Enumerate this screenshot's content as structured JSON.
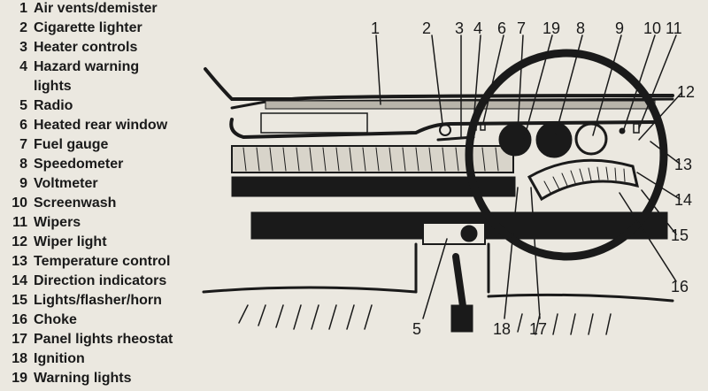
{
  "legend": [
    {
      "num": "1",
      "label": "Air vents/demister"
    },
    {
      "num": "2",
      "label": "Cigarette lighter"
    },
    {
      "num": "3",
      "label": "Heater controls"
    },
    {
      "num": "4",
      "label": "Hazard warning lights"
    },
    {
      "num": "5",
      "label": "Radio"
    },
    {
      "num": "6",
      "label": "Heated rear window"
    },
    {
      "num": "7",
      "label": "Fuel gauge"
    },
    {
      "num": "8",
      "label": "Speedometer"
    },
    {
      "num": "9",
      "label": "Voltmeter"
    },
    {
      "num": "10",
      "label": "Screenwash"
    },
    {
      "num": "11",
      "label": "Wipers"
    },
    {
      "num": "12",
      "label": "Wiper light"
    },
    {
      "num": "13",
      "label": "Temperature control"
    },
    {
      "num": "14",
      "label": "Direction indicators"
    },
    {
      "num": "15",
      "label": "Lights/flasher/horn"
    },
    {
      "num": "16",
      "label": "Choke"
    },
    {
      "num": "17",
      "label": "Panel lights rheostat"
    },
    {
      "num": "18",
      "label": "Ignition"
    },
    {
      "num": "19",
      "label": "Warning lights"
    }
  ],
  "legend_wrap": {
    "line1": "Hazard warning",
    "line2": "lights"
  },
  "callouts": {
    "c1": "1",
    "c2": "2",
    "c3": "3",
    "c4": "4",
    "c5": "5",
    "c6": "6",
    "c7": "7",
    "c8": "8",
    "c9": "9",
    "c10": "10",
    "c11": "11",
    "c12": "12",
    "c13": "13",
    "c14": "14",
    "c15": "15",
    "c16": "16",
    "c17": "17",
    "c18": "18",
    "c19": "19"
  }
}
